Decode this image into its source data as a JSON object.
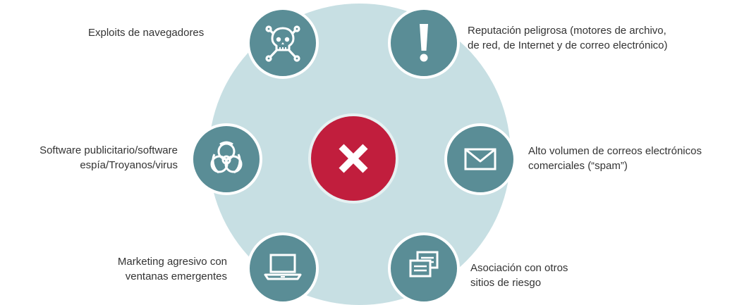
{
  "colors": {
    "ring": "#c7dfe3",
    "node": "#5a8d96",
    "center": "#c11e3d",
    "text": "#333333"
  },
  "center": {
    "icon": "x-icon"
  },
  "items": [
    {
      "icon": "skull-crossbones-icon",
      "lines": [
        "Exploits de navegadores"
      ]
    },
    {
      "icon": "exclamation-icon",
      "lines": [
        "Reputación peligrosa (motores de archivo,",
        "de red, de Internet y de correo electrónico)"
      ]
    },
    {
      "icon": "biohazard-icon",
      "lines": [
        "Software publicitario/software",
        "espía/Troyanos/virus"
      ]
    },
    {
      "icon": "envelope-icon",
      "lines": [
        "Alto volumen de correos electrónicos",
        "comerciales (“spam”)"
      ]
    },
    {
      "icon": "laptop-icon",
      "lines": [
        "Marketing agresivo con",
        "ventanas emergentes"
      ]
    },
    {
      "icon": "windows-icon",
      "lines": [
        "Asociación con otros",
        "sitios de riesgo"
      ]
    }
  ]
}
